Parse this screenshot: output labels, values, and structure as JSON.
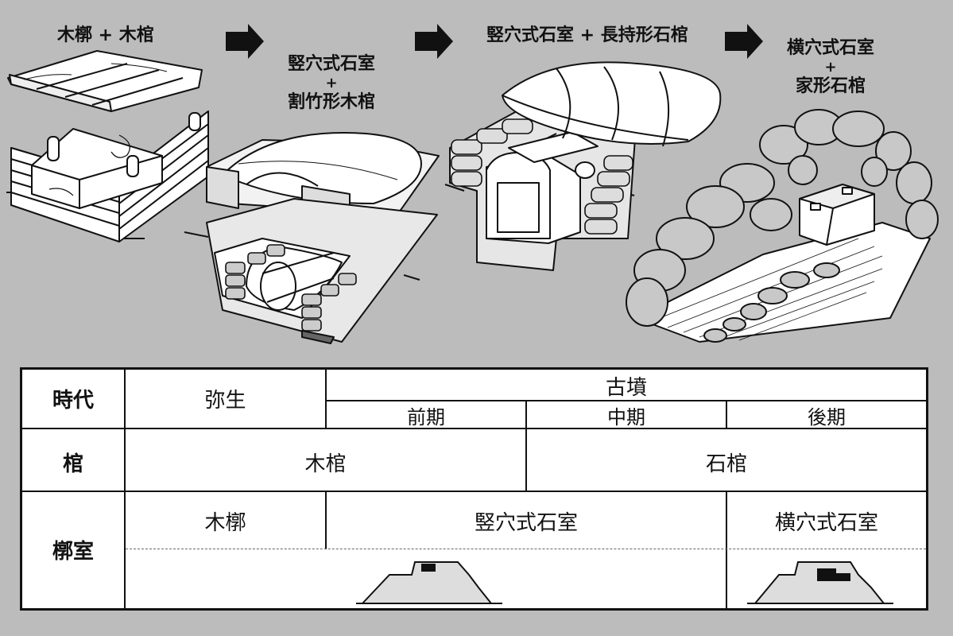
{
  "stages": [
    {
      "title": "木槨 + 木棺"
    },
    {
      "line1": "竪穴式石室",
      "plus": "+",
      "line2": "割竹形木棺"
    },
    {
      "title": "竪穴式石室 + 長持形石棺"
    },
    {
      "line1": "横穴式石室",
      "plus": "+",
      "line2": "家形石棺"
    }
  ],
  "table": {
    "row_headers": {
      "era": "時代",
      "coffin": "棺",
      "chamber": "槨室"
    },
    "era": {
      "yayoi": "弥生",
      "kofun": "古墳",
      "early": "前期",
      "middle": "中期",
      "late": "後期"
    },
    "coffin": {
      "wood": "木棺",
      "stone": "石棺"
    },
    "chamber": {
      "wood": "木槨",
      "vertical": "竪穴式石室",
      "horizontal": "横穴式石室"
    }
  },
  "icons": [
    "arrow-right-icon",
    "arrow-right-icon",
    "arrow-right-icon",
    "vertical-chamber-mound-icon",
    "horizontal-chamber-mound-icon"
  ]
}
